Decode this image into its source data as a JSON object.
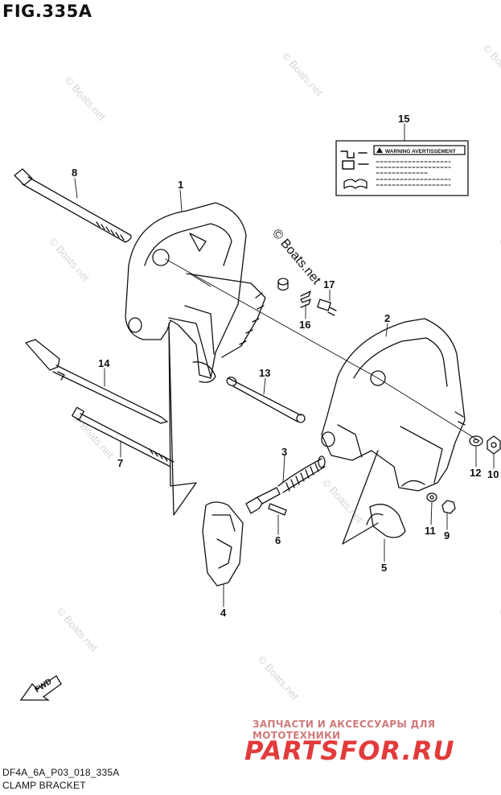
{
  "figure": {
    "title": "FIG.335A",
    "code": "DF4A_6A_P03_018_335A",
    "name": "CLAMP BRACKET"
  },
  "label_decal": {
    "warning_text": "WARNING AVERTISSEMENT"
  },
  "callouts": [
    "1",
    "2",
    "3",
    "4",
    "5",
    "6",
    "7",
    "8",
    "9",
    "10",
    "11",
    "12",
    "13",
    "14",
    "15",
    "16",
    "17"
  ],
  "fwd_label": "FWD",
  "watermark_text": "© Boats.net",
  "shop": {
    "tagline": "ЗАПЧАСТИ И АКСЕССУАРЫ ДЛЯ МОТОТЕХНИКИ",
    "logo_text": "PARTSFOR.RU"
  },
  "colors": {
    "line": "#111111",
    "watermark": "#d6d6d6",
    "logo": "#e23b3b",
    "tagline": "#d07a7a"
  }
}
